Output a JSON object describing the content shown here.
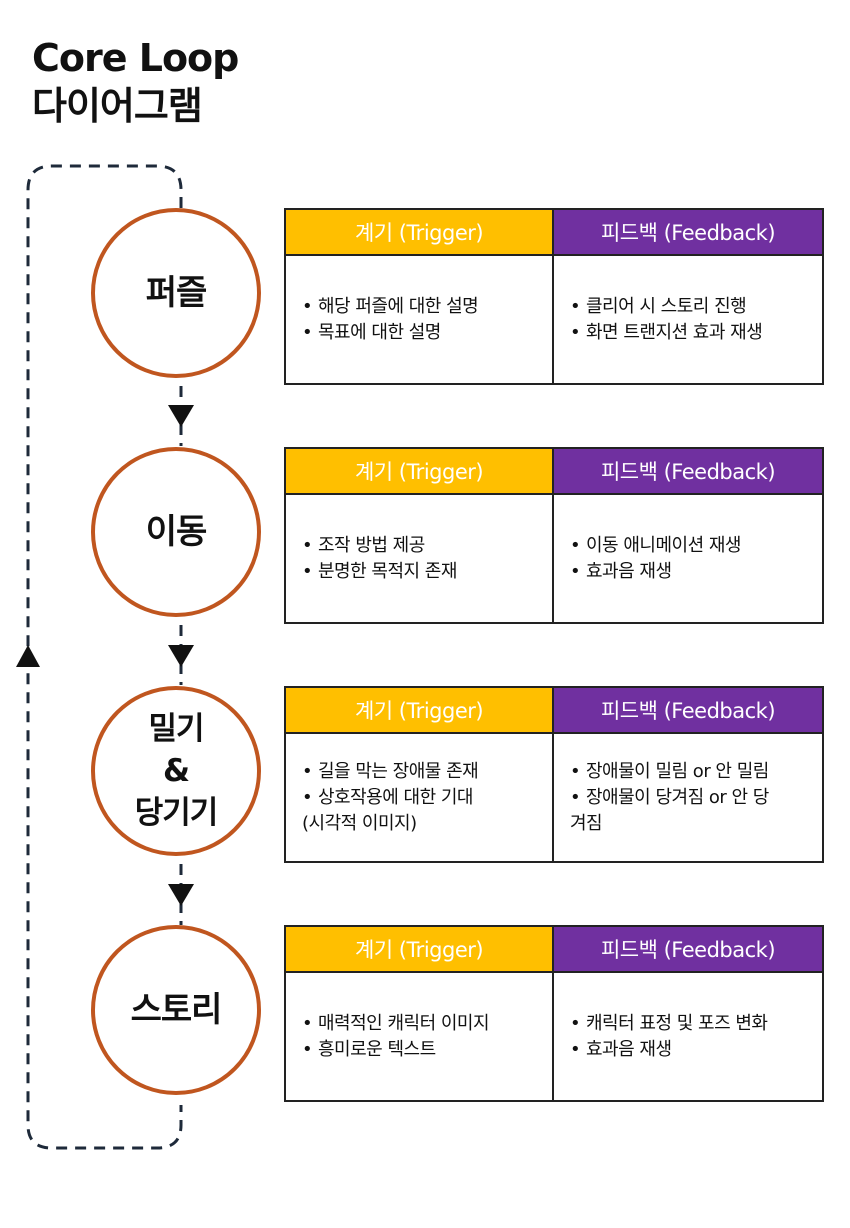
{
  "title": {
    "line1": "Core Loop",
    "line2": "다이어그램"
  },
  "colors": {
    "circle_border": "#c0561f",
    "trigger_header": "#ffbf00",
    "feedback_header": "#7030a0",
    "loop_line": "#1e2a3a"
  },
  "icons": {
    "flow_arrow": "down-arrow-icon",
    "loop_arrow": "up-arrow-icon"
  },
  "stages": [
    {
      "label": "퍼즐",
      "trigger_header": "계기 (Trigger)",
      "feedback_header": "피드백 (Feedback)",
      "trigger_items": [
        "해당 퍼즐에 대한 설명",
        "목표에 대한 설명"
      ],
      "feedback_items": [
        "클리어 시 스토리 진행",
        "화면 트랜지션 효과 재생"
      ]
    },
    {
      "label": "이동",
      "trigger_header": "계기 (Trigger)",
      "feedback_header": "피드백 (Feedback)",
      "trigger_items": [
        "조작 방법 제공",
        "분명한 목적지 존재"
      ],
      "feedback_items": [
        "이동 애니메이션 재생",
        "효과음 재생"
      ]
    },
    {
      "label": "밀기\n&\n당기기",
      "trigger_header": "계기 (Trigger)",
      "feedback_header": "피드백 (Feedback)",
      "trigger_items": [
        "길을 막는 장애물 존재",
        "상호작용에 대한 기대",
        "(시각적 이미지)"
      ],
      "feedback_items": [
        "장애물이 밀림 or 안 밀림",
        "장애물이 당겨짐 or 안 당",
        "겨짐"
      ]
    },
    {
      "label": "스토리",
      "trigger_header": "계기 (Trigger)",
      "feedback_header": "피드백 (Feedback)",
      "trigger_items": [
        "매력적인 캐릭터 이미지",
        "흥미로운 텍스트"
      ],
      "feedback_items": [
        "캐릭터 표정 및 포즈 변화",
        "효과음 재생"
      ]
    }
  ]
}
